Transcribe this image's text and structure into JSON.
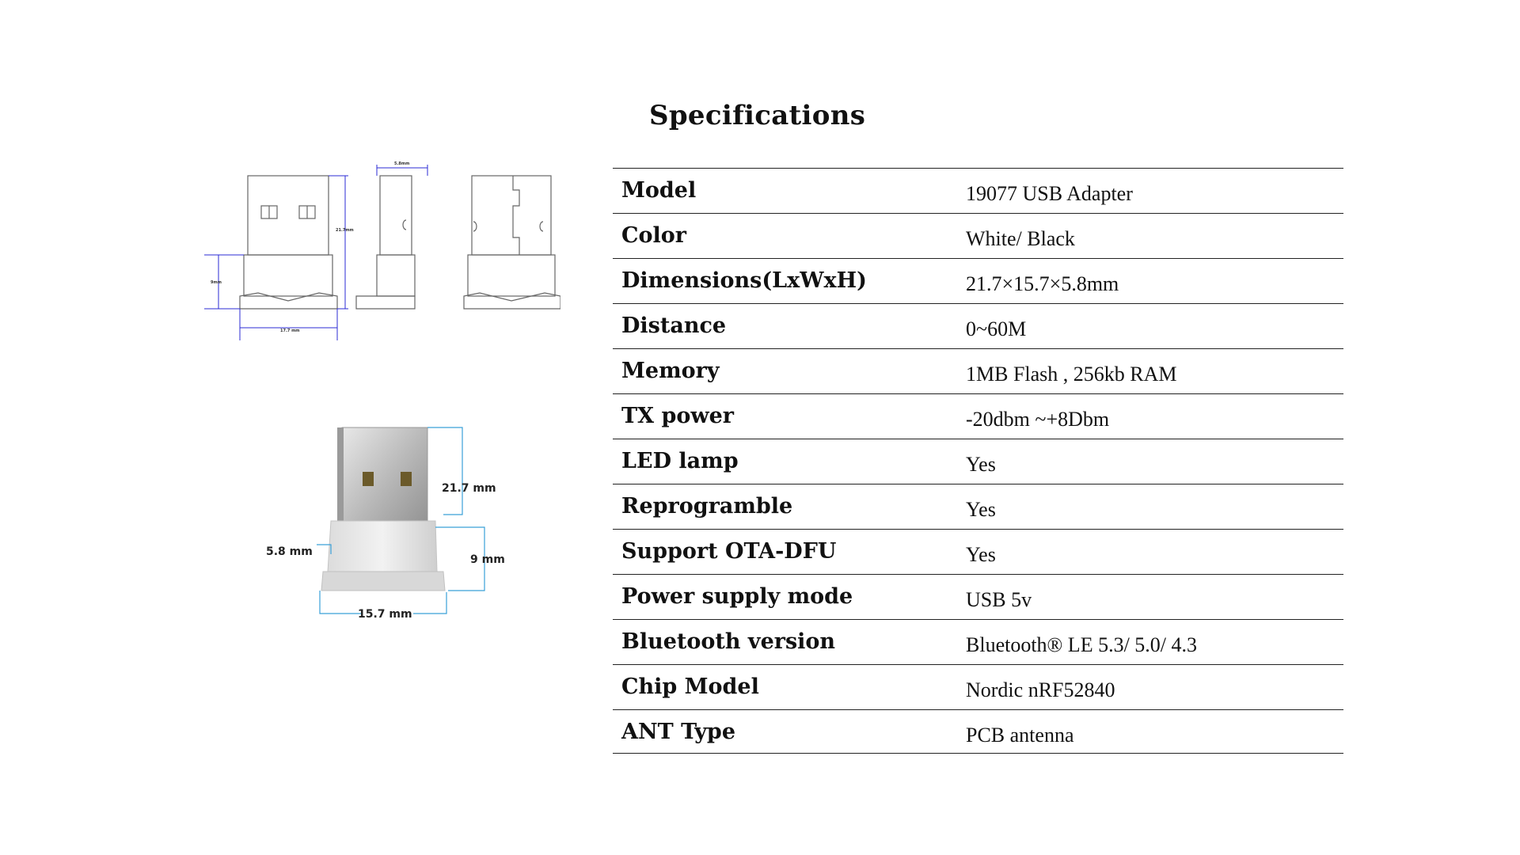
{
  "title": "Specifications",
  "specs": [
    {
      "label": "Model",
      "value": "19077 USB Adapter"
    },
    {
      "label": "Color",
      "value": "White/ Black"
    },
    {
      "label": "Dimensions(LxWxH)",
      "value": "21.7×15.7×5.8mm"
    },
    {
      "label": "Distance",
      "value": "0~60M"
    },
    {
      "label": "Memory",
      "value": "1MB Flash , 256kb RAM"
    },
    {
      "label": "TX power",
      "value": "-20dbm ~+8Dbm"
    },
    {
      "label": "LED lamp",
      "value": "Yes"
    },
    {
      "label": "Reprogramble",
      "value": "Yes"
    },
    {
      "label": "Support OTA-DFU",
      "value": "Yes"
    },
    {
      "label": "Power supply mode",
      "value": "USB 5v"
    },
    {
      "label": "Bluetooth version",
      "value": "Bluetooth® LE 5.3/ 5.0/ 4.3"
    },
    {
      "label": "Chip Model",
      "value": "Nordic nRF52840"
    },
    {
      "label": "ANT Type",
      "value": "PCB antenna"
    }
  ],
  "drawing": {
    "dim_length": "21.7mm",
    "dim_height": "9mm",
    "dim_width": "17.7 mm",
    "dim_thickness": "5.8mm"
  },
  "photo_dims": {
    "length": "21.7 mm",
    "thickness": "5.8 mm",
    "height": "9 mm",
    "width": "15.7 mm"
  },
  "colors": {
    "dimension_line": "#2b2bd6",
    "photo_dim_line": "#3aa0d8",
    "rule": "#222222"
  }
}
